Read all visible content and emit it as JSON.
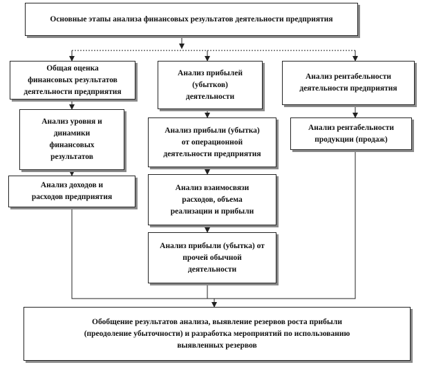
{
  "diagram": {
    "top": "Основные этапы анализа финансовых результатов деятельности предприятия",
    "col1": {
      "header": "Общая оценка\nфинансовых результатов\nдеятельности предприятия",
      "items": [
        "Анализ уровня и\nдинамики\nфинансовых\nрезультатов",
        "Анализ доходов и\nрасходов предприятия"
      ]
    },
    "col2": {
      "header": "Анализ прибылей\n(убытков)\nдеятельности",
      "items": [
        "Анализ прибыли (убытка)\nот операционной\nдеятельности предприятия",
        "Анализ взаимосвязи\nрасходов, объема\nреализации и прибыли",
        "Анализ прибыли (убытка) от\nпрочей обычной\nдеятельности"
      ]
    },
    "col3": {
      "header": "Анализ рентабельности\nдеятельности предприятия",
      "items": [
        "Анализ рентабельности\nпродукции  (продаж)"
      ]
    },
    "bottom": "Обобщение результатов анализа, выявление резервов роста прибыли\n(преодоление убыточности) и разработка мероприятий по использованию\nвыявленных резервов"
  }
}
